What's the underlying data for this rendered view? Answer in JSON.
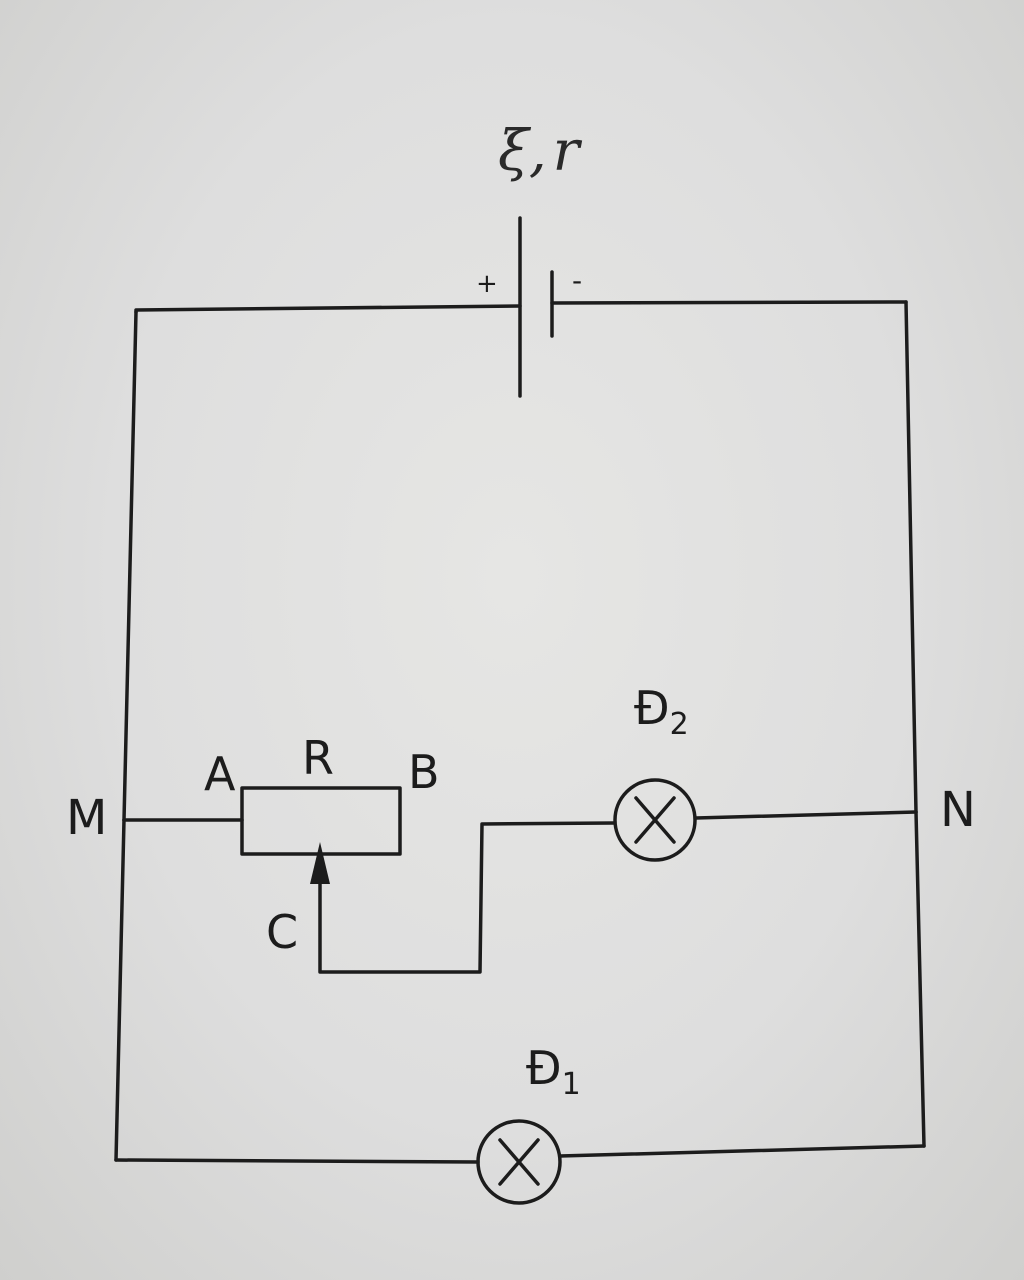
{
  "source": {
    "emf_symbol": "ξ",
    "separator": ",",
    "internal_resistance": "r",
    "plus_sign": "+",
    "minus_sign": "-"
  },
  "nodes": {
    "left": "M",
    "right": "N"
  },
  "rheostat": {
    "name": "R",
    "end_a": "A",
    "end_b": "B",
    "slider": "C"
  },
  "lamps": {
    "lamp_2": {
      "letter": "Đ",
      "index": "2"
    },
    "lamp_1": {
      "letter": "Đ",
      "index": "1"
    }
  },
  "colors": {
    "ink": "#1c1c1c",
    "paper": "#dedede"
  }
}
